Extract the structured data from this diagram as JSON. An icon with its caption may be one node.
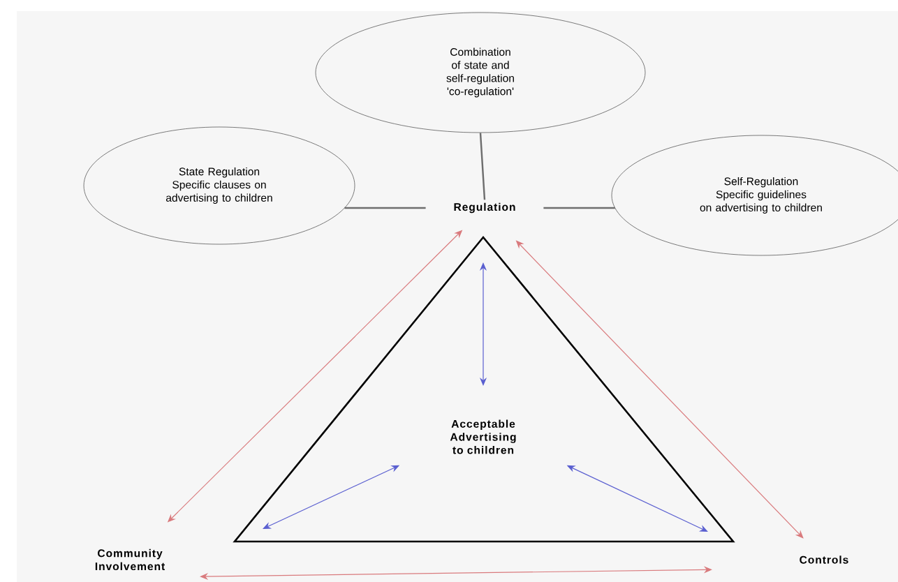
{
  "diagram": {
    "nodes": [
      {
        "text": [
          "Combination of state and self-regulation 'co-regulation'"
        ]
      },
      {
        "text": [
          "State Regulation Specific clauses on advertising to children"
        ]
      },
      {
        "text": [
          "Self-Regulation Specific guidelines on advertising to children"
        ]
      },
      {
        "text": [
          "Regulation"
        ]
      },
      {
        "text": [],
        "shape": "triangle"
      },
      {
        "text": [
          "Community Involvement"
        ]
      },
      {
        "text": [
          "Controls"
        ]
      },
      {
        "text": [
          "Acceptable Advertising to children"
        ],
        "in": 4
      }
    ],
    "edges": [
      {
        "from": 0,
        "to": 3,
        "arrow": "none"
      },
      {
        "from": 1,
        "to": 3,
        "arrow": "none"
      },
      {
        "from": 2,
        "to": 3,
        "arrow": "none"
      },
      {
        "from": 5,
        "to": 3,
        "arrow": "both",
        "color": "#d97a7d"
      },
      {
        "from": 3,
        "to": 6,
        "arrow": "both",
        "color": "#d97a7d"
      },
      {
        "from": 5,
        "to": 6,
        "arrow": "both",
        "color": "#d97a7d"
      },
      {
        "from": null,
        "to": 7,
        "arrow": "both",
        "color": "#5a5fd0"
      },
      {
        "from": null,
        "to": 7,
        "arrow": "both",
        "color": "#5a5fd0"
      },
      {
        "from": null,
        "to": 7,
        "arrow": "both",
        "color": "#5a5fd0"
      }
    ]
  }
}
